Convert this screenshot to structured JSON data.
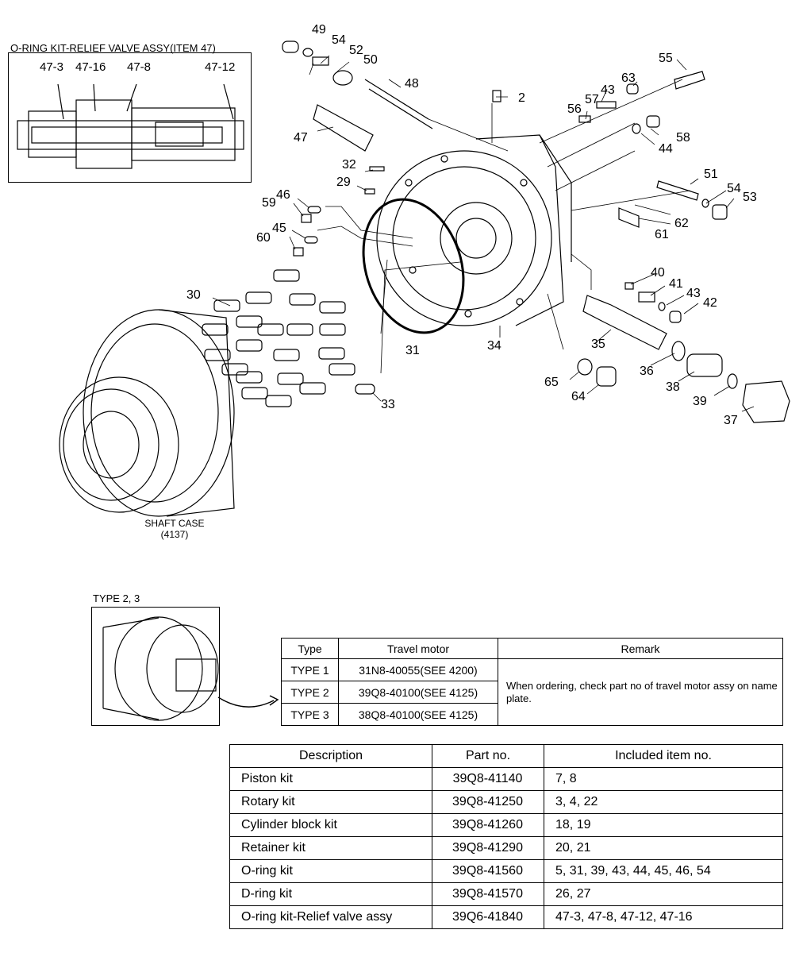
{
  "inset": {
    "title": "O-RING KIT-RELIEF VALVE ASSY(ITEM 47)",
    "labels": [
      "47-3",
      "47-16",
      "47-8",
      "47-12"
    ]
  },
  "part_numbers": [
    "49",
    "54",
    "52",
    "50",
    "48",
    "47",
    "2",
    "63",
    "55",
    "43",
    "57",
    "56",
    "58",
    "44",
    "32",
    "29",
    "51",
    "54",
    "53",
    "59",
    "46",
    "45",
    "60",
    "62",
    "61",
    "30",
    "31",
    "34",
    "40",
    "41",
    "43",
    "42",
    "35",
    "36",
    "38",
    "39",
    "37",
    "65",
    "64",
    "33"
  ],
  "shaft_case": {
    "line1": "SHAFT CASE",
    "line2": "(4137)"
  },
  "type_section": {
    "label": "TYPE  2, 3",
    "headers": [
      "Type",
      "Travel motor",
      "Remark"
    ],
    "rows": [
      {
        "type": "TYPE 1",
        "motor": "31N8-40055(SEE 4200)"
      },
      {
        "type": "TYPE 2",
        "motor": "39Q8-40100(SEE 4125)"
      },
      {
        "type": "TYPE 3",
        "motor": "38Q8-40100(SEE 4125)"
      }
    ],
    "remark": "When ordering, check part no of travel motor assy on name plate."
  },
  "kit_table": {
    "headers": [
      "Description",
      "Part no.",
      "Included item no."
    ],
    "rows": [
      {
        "desc": "Piston kit",
        "part": "39Q8-41140",
        "items": "7, 8"
      },
      {
        "desc": "Rotary kit",
        "part": "39Q8-41250",
        "items": "3, 4, 22"
      },
      {
        "desc": "Cylinder block kit",
        "part": "39Q8-41260",
        "items": "18, 19"
      },
      {
        "desc": "Retainer kit",
        "part": "39Q8-41290",
        "items": "20, 21"
      },
      {
        "desc": "O-ring kit",
        "part": "39Q8-41560",
        "items": "5, 31, 39, 43, 44, 45, 46, 54"
      },
      {
        "desc": "D-ring kit",
        "part": "39Q8-41570",
        "items": "26, 27"
      },
      {
        "desc": "O-ring kit-Relief valve assy",
        "part": "39Q6-41840",
        "items": "47-3, 47-8, 47-12, 47-16"
      }
    ]
  }
}
